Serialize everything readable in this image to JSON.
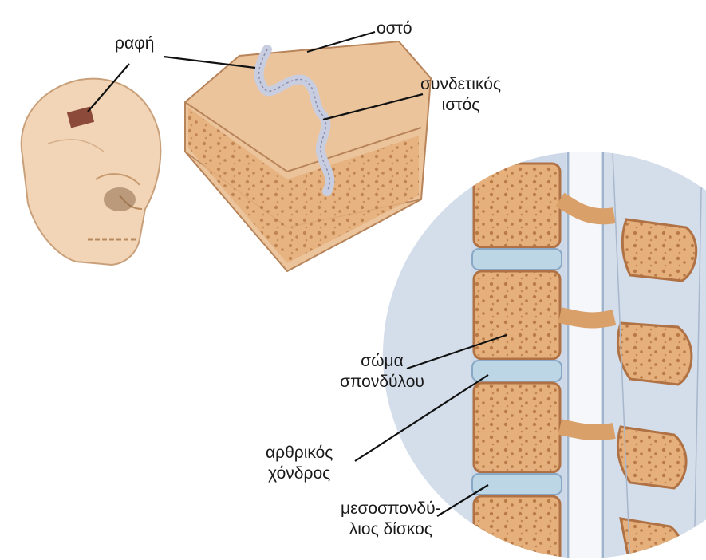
{
  "labels": {
    "rafi": "ραφή",
    "osto": "οστό",
    "syndetikos_line1": "συνδετικός",
    "syndetikos_line2": "ιστός",
    "soma_line1": "σώμα",
    "soma_line2": "σπονδύλου",
    "arthrikos_line1": "αρθρικός",
    "arthrikos_line2": "χόνδρος",
    "mesospondylios_line1": "μεσοσπονδύ-",
    "mesospondylios_line2": "λιος δίσκος"
  },
  "colors": {
    "bone": "#e9b98a",
    "bone_dark": "#c98a5a",
    "bone_light": "#f2d3b0",
    "spongy": "#d9a06a",
    "disc": "#bcd6e6",
    "ligament": "#c7d3e4",
    "suture": "#c9cde0",
    "skull": "#f0d2b2",
    "line": "#111111"
  }
}
